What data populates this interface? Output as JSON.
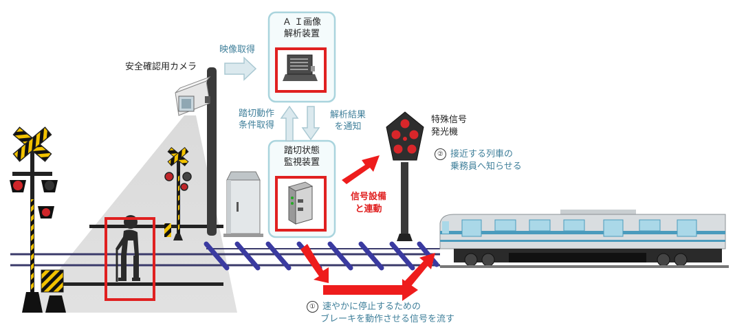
{
  "labels": {
    "ai_device": "Ａ Ｉ画像\n解析装置",
    "camera": "安全確認用カメラ",
    "video_acquire": "映像取得",
    "crossing_condition": "踏切動作\n条件取得",
    "analysis_notify": "解析結果\nを通知",
    "monitor_device": "踏切状態\n監視装置",
    "signal_interlock": "信号設備\nと連動",
    "special_signal": "特殊信号\n発光機",
    "step2_number": "②",
    "step2_text": "接近する列車の\n乗務員へ知らせる",
    "step1_number": "①",
    "step1_line1": "速やかに停止するための",
    "step1_line2": "ブレーキを動作させる信号を流す"
  },
  "colors": {
    "accent_red": "#e02020",
    "label_teal": "#3f7f9a",
    "box_border": "#a9d4dd",
    "box_fill": "#f4fbfc",
    "rail": "#3a3a6a",
    "sleeper": "#3a3aa0",
    "train_blue": "#4a9bbd",
    "train_body": "#d9dde0"
  },
  "icons": {
    "camera": "security-camera-icon",
    "ai_device": "computer-terminal-icon",
    "monitor_device": "controller-unit-icon",
    "pedestrian": "person-with-cane-icon",
    "signal": "special-signal-light-icon",
    "crossing": "railroad-crossing-icon",
    "train": "train-icon"
  }
}
